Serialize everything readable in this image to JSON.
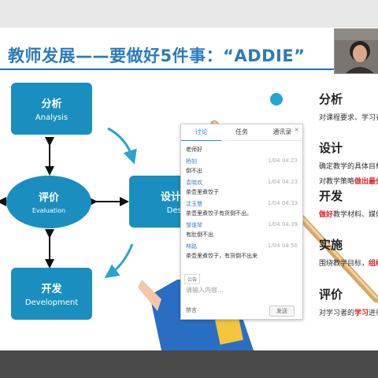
{
  "slide": {
    "title": "教师发展——要做好5件事：“ADDIE”",
    "boxes": {
      "analysis": {
        "cn": "分析",
        "en": "Analysis"
      },
      "evaluation": {
        "cn": "评价",
        "en": "Evaluation"
      },
      "design": {
        "cn": "设计",
        "en": "Desig"
      },
      "development": {
        "cn": "开发",
        "en": "Development"
      }
    },
    "right": [
      {
        "h": "分析",
        "d": "对课程要求、学习者"
      },
      {
        "h": "设计",
        "d1": "确定教学的具体目标",
        "d2_a": "对教学策略",
        "d2_b": "做出最佳"
      },
      {
        "h": "开发",
        "d_a": "做好",
        "d_b": "教学材料、媒体"
      },
      {
        "h": "实施",
        "d_a": "围绕教学目标，",
        "d_b": "组织"
      },
      {
        "h": "评价",
        "d_a": "对学习者的",
        "d_b": "学习",
        "d_c": "进行"
      }
    ]
  },
  "chat": {
    "tabs": [
      "讨论",
      "任务",
      "通讯录"
    ],
    "close": "×",
    "messages": [
      {
        "name": "",
        "time": "",
        "text": "老师好"
      },
      {
        "name": "杨钊",
        "time": "1/04 04:23",
        "text": "倒不出"
      },
      {
        "name": "袁晓欢",
        "time": "1/04 04:23",
        "text": "茶壶里煮饺子"
      },
      {
        "name": "沈玉慧",
        "time": "1/04 04:33",
        "text": "茶壶里煮饺子有货倒不出。"
      },
      {
        "name": "邹谁琴",
        "time": "1/04 04:39",
        "text": "有肚倒不出"
      },
      {
        "name": "林路",
        "time": "1/04 04:50",
        "text": "茶壶里煮饺子，有货倒不出来"
      }
    ],
    "notice": "公告",
    "input_placeholder": "请输入内容...",
    "footer_left": "禁言",
    "send": "发送"
  },
  "colors": {
    "accent": "#1a8fbf",
    "title": "#2b7bbd",
    "highlight": "#e02020"
  }
}
